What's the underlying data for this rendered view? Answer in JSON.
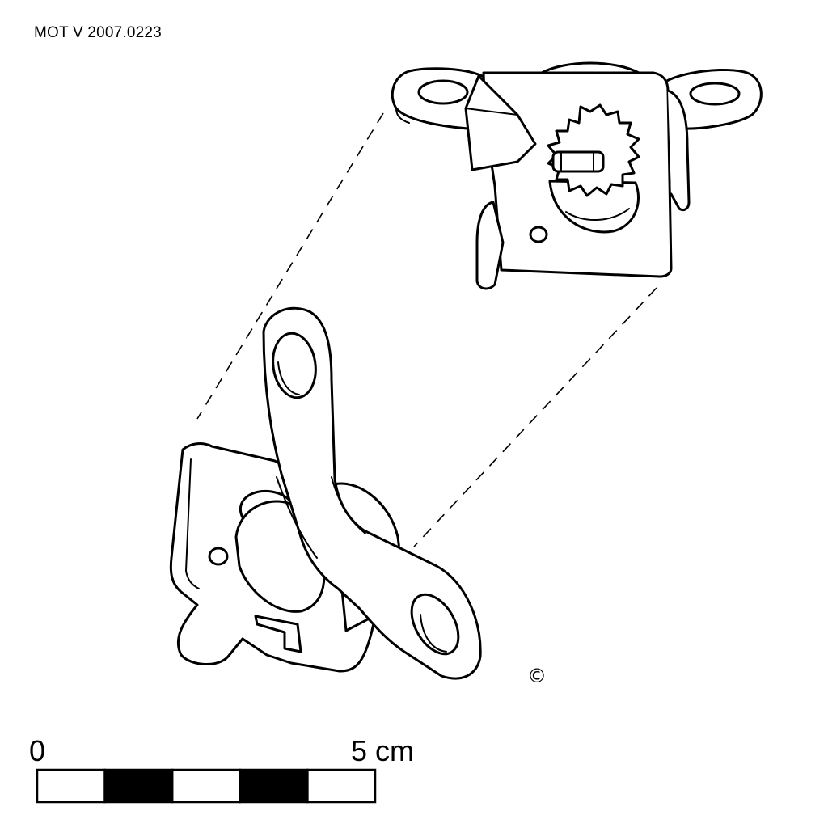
{
  "catalogue_number": "MOT V 2007.0223",
  "copyright_symbol": "©",
  "scale_bar": {
    "start_label": "0",
    "end_label": "5 cm",
    "segments": 5,
    "segment_fills": [
      "white",
      "black",
      "white",
      "black",
      "white"
    ]
  },
  "colors": {
    "ink": "#000000",
    "paper": "#ffffff"
  }
}
